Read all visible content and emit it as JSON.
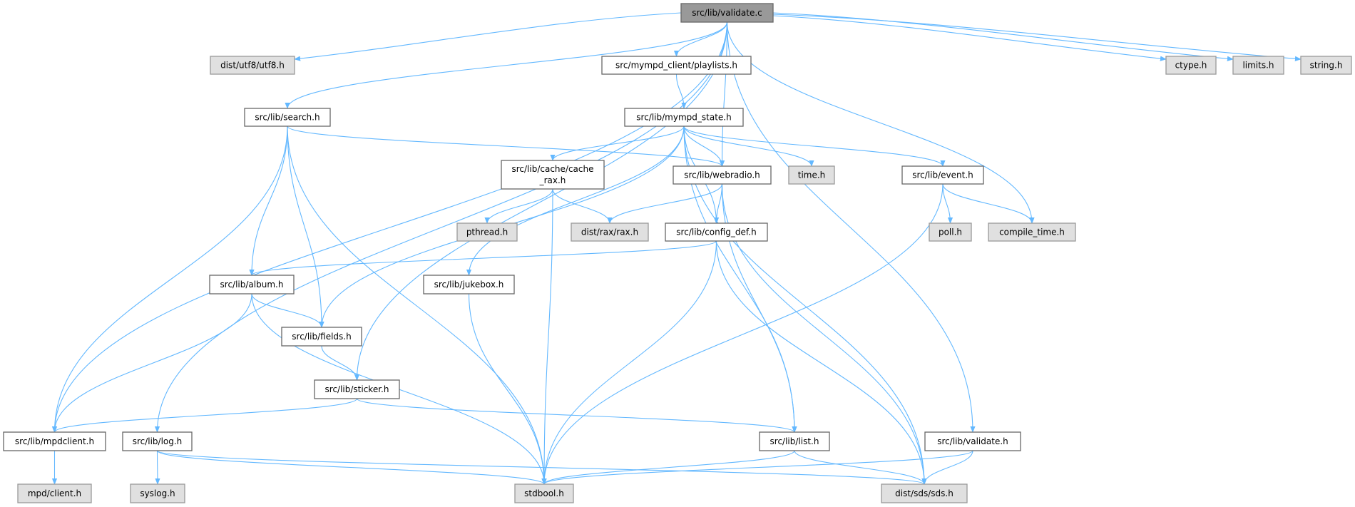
{
  "graph": {
    "type": "include-dependency-graph",
    "edge_color": "#63b8ff",
    "colors": {
      "root": "#999999",
      "local": "#ffffff",
      "system": "#e0e0e0"
    },
    "nodes": [
      {
        "id": "validate_c",
        "label": "src/lib/validate.c",
        "kind": "root"
      },
      {
        "id": "utf8",
        "label": "dist/utf8/utf8.h",
        "kind": "system"
      },
      {
        "id": "playlists",
        "label": "src/mympd_client/playlists.h",
        "kind": "local"
      },
      {
        "id": "ctype",
        "label": "ctype.h",
        "kind": "system"
      },
      {
        "id": "limits",
        "label": "limits.h",
        "kind": "system"
      },
      {
        "id": "string",
        "label": "string.h",
        "kind": "system"
      },
      {
        "id": "search",
        "label": "src/lib/search.h",
        "kind": "local"
      },
      {
        "id": "mympd_state",
        "label": "src/lib/mympd_state.h",
        "kind": "local"
      },
      {
        "id": "cache_rax",
        "label": "src/lib/cache/cache",
        "label2": "_rax.h",
        "kind": "local"
      },
      {
        "id": "webradio",
        "label": "src/lib/webradio.h",
        "kind": "local"
      },
      {
        "id": "time",
        "label": "time.h",
        "kind": "system"
      },
      {
        "id": "event",
        "label": "src/lib/event.h",
        "kind": "local"
      },
      {
        "id": "pthread",
        "label": "pthread.h",
        "kind": "system"
      },
      {
        "id": "rax",
        "label": "dist/rax/rax.h",
        "kind": "system"
      },
      {
        "id": "config_def",
        "label": "src/lib/config_def.h",
        "kind": "local"
      },
      {
        "id": "poll",
        "label": "poll.h",
        "kind": "system"
      },
      {
        "id": "compile_time",
        "label": "compile_time.h",
        "kind": "system"
      },
      {
        "id": "album",
        "label": "src/lib/album.h",
        "kind": "local"
      },
      {
        "id": "jukebox",
        "label": "src/lib/jukebox.h",
        "kind": "local"
      },
      {
        "id": "fields",
        "label": "src/lib/fields.h",
        "kind": "local"
      },
      {
        "id": "sticker",
        "label": "src/lib/sticker.h",
        "kind": "local"
      },
      {
        "id": "mpdclient",
        "label": "src/lib/mpdclient.h",
        "kind": "local"
      },
      {
        "id": "log",
        "label": "src/lib/log.h",
        "kind": "local"
      },
      {
        "id": "list",
        "label": "src/lib/list.h",
        "kind": "local"
      },
      {
        "id": "validate_h",
        "label": "src/lib/validate.h",
        "kind": "local"
      },
      {
        "id": "mpd_client",
        "label": "mpd/client.h",
        "kind": "system"
      },
      {
        "id": "syslog",
        "label": "syslog.h",
        "kind": "system"
      },
      {
        "id": "stdbool",
        "label": "stdbool.h",
        "kind": "system"
      },
      {
        "id": "sds",
        "label": "dist/sds/sds.h",
        "kind": "system"
      }
    ],
    "edges": [
      [
        "validate_c",
        "utf8"
      ],
      [
        "validate_c",
        "playlists"
      ],
      [
        "validate_c",
        "search"
      ],
      [
        "validate_c",
        "webradio"
      ],
      [
        "validate_c",
        "compile_time"
      ],
      [
        "validate_c",
        "ctype"
      ],
      [
        "validate_c",
        "limits"
      ],
      [
        "validate_c",
        "string"
      ],
      [
        "validate_c",
        "validate_h"
      ],
      [
        "validate_c",
        "mpdclient"
      ],
      [
        "validate_c",
        "log"
      ],
      [
        "validate_c",
        "sticker"
      ],
      [
        "playlists",
        "mympd_state"
      ],
      [
        "search",
        "webradio"
      ],
      [
        "search",
        "album"
      ],
      [
        "search",
        "fields"
      ],
      [
        "search",
        "mpdclient"
      ],
      [
        "search",
        "stdbool"
      ],
      [
        "mympd_state",
        "cache_rax"
      ],
      [
        "mympd_state",
        "webradio"
      ],
      [
        "mympd_state",
        "time"
      ],
      [
        "mympd_state",
        "event"
      ],
      [
        "mympd_state",
        "config_def"
      ],
      [
        "mympd_state",
        "jukebox"
      ],
      [
        "mympd_state",
        "fields"
      ],
      [
        "mympd_state",
        "list"
      ],
      [
        "mympd_state",
        "sds"
      ],
      [
        "cache_rax",
        "pthread"
      ],
      [
        "cache_rax",
        "rax"
      ],
      [
        "cache_rax",
        "stdbool"
      ],
      [
        "webradio",
        "rax"
      ],
      [
        "webradio",
        "config_def"
      ],
      [
        "webradio",
        "list"
      ],
      [
        "webradio",
        "sds"
      ],
      [
        "event",
        "poll"
      ],
      [
        "event",
        "compile_time"
      ],
      [
        "event",
        "stdbool"
      ],
      [
        "config_def",
        "album"
      ],
      [
        "config_def",
        "stdbool"
      ],
      [
        "config_def",
        "sds"
      ],
      [
        "album",
        "fields"
      ],
      [
        "album",
        "mpdclient"
      ],
      [
        "album",
        "stdbool"
      ],
      [
        "jukebox",
        "stdbool"
      ],
      [
        "fields",
        "sticker"
      ],
      [
        "sticker",
        "mpdclient"
      ],
      [
        "sticker",
        "list"
      ],
      [
        "mpdclient",
        "mpd_client"
      ],
      [
        "log",
        "syslog"
      ],
      [
        "log",
        "stdbool"
      ],
      [
        "log",
        "sds"
      ],
      [
        "list",
        "stdbool"
      ],
      [
        "list",
        "sds"
      ],
      [
        "validate_h",
        "stdbool"
      ],
      [
        "validate_h",
        "sds"
      ]
    ]
  }
}
